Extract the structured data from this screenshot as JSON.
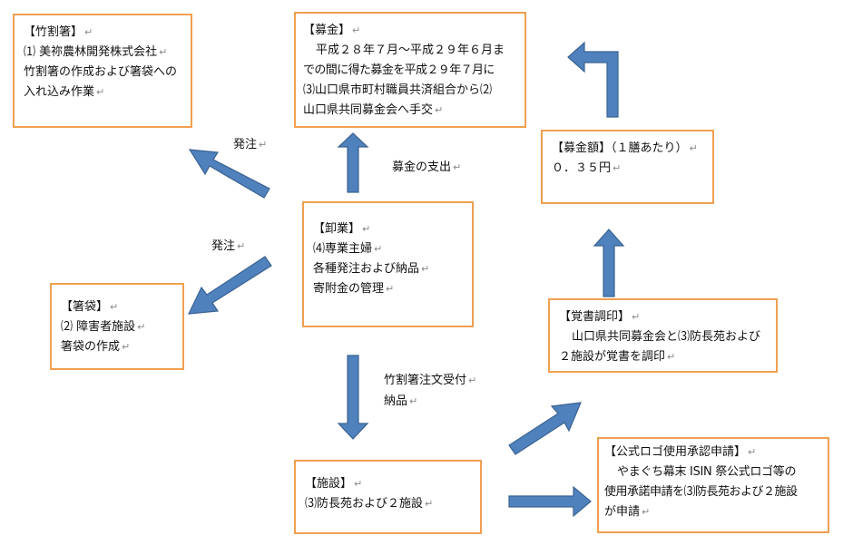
{
  "ret_mark": "↵",
  "boxes": {
    "chikuwari": {
      "title": "【竹割箸】",
      "lines": [
        "⑴ 美祢農林開発株式会社",
        "竹割箸の作成および箸袋への",
        "入れ込み作業"
      ]
    },
    "hashibukuro": {
      "title": "【箸袋】",
      "lines": [
        "⑵ 障害者施設",
        "箸袋の作成"
      ]
    },
    "bokin": {
      "title": "【募金】",
      "lines": [
        "平成２８年７月～平成２９年６月ま",
        "での間に得た募金を平成２９年７月に",
        "⑶山口県市町村職員共済組合から⑵",
        "山口県共同募金会へ手交"
      ]
    },
    "oroshi": {
      "title": "【卸業】",
      "lines": [
        "⑷専業主婦",
        "各種発注および納品",
        "寄附金の管理"
      ]
    },
    "bokingaku": {
      "title": "【募金額】（１膳あたり）",
      "lines": [
        "０．３５円"
      ]
    },
    "oboegaki": {
      "title": "【覚書調印】",
      "lines": [
        "山口県共同募金会と⑶防長苑および",
        "２施設が覚書を調印"
      ]
    },
    "shisetsu": {
      "title": "【施設】",
      "lines": [
        "⑶防長苑および２施設"
      ]
    },
    "logo": {
      "title": "【公式ロゴ使用承認申請】",
      "lines": [
        "やまぐち幕末 ISIN 祭公式ロゴ等の",
        "使用承諾申請を⑶防長苑および２施設",
        "が申請"
      ]
    }
  },
  "labels": {
    "hatchu1": "発注",
    "hatchu2": "発注",
    "bokin_shishutsu": "募金の支出",
    "chumon1": "竹割箸注文受付",
    "chumon2": "納品"
  },
  "colors": {
    "box_border": "#f0a050",
    "arrow_fill": "#4f81bd",
    "arrow_stroke": "#3a6391"
  }
}
